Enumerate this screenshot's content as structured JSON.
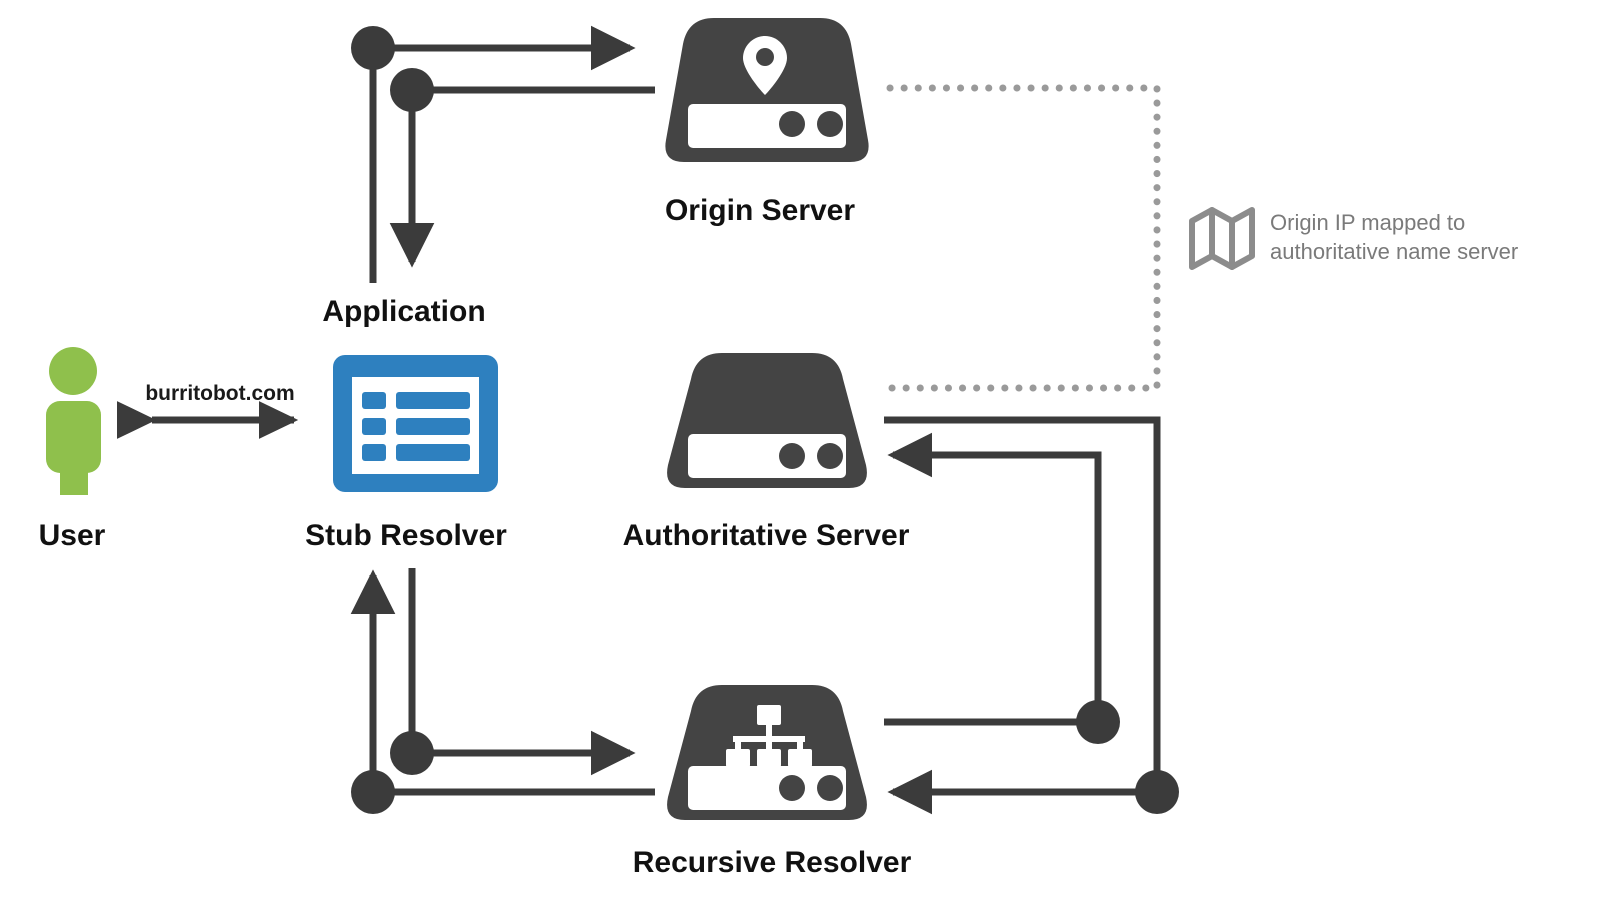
{
  "diagram": {
    "title": "DNS resolution flow",
    "background_color": "#ffffff",
    "line_color": "#3b3b3b",
    "dotted_color": "#9a9a9a",
    "accent_blue": "#2e80bf",
    "accent_green": "#8fc04c",
    "server_color": "#444444",
    "nodes": [
      {
        "id": "user",
        "label": "User",
        "icon": "person-icon",
        "color": "#8fc04c"
      },
      {
        "id": "stub-resolver",
        "label": "Stub Resolver",
        "icon": "list-window-icon",
        "color": "#2e80bf"
      },
      {
        "id": "application",
        "label": "Application",
        "icon": "none",
        "color": "#111111"
      },
      {
        "id": "origin-server",
        "label": "Origin Server",
        "icon": "server-with-location-pin-icon",
        "color": "#444444"
      },
      {
        "id": "authoritative-server",
        "label": "Authoritative Server",
        "icon": "server-icon",
        "color": "#444444"
      },
      {
        "id": "recursive-resolver",
        "label": "Recursive Resolver",
        "icon": "server-with-network-tree-icon",
        "color": "#444444"
      }
    ],
    "edge_labels": [
      {
        "id": "user-to-stub",
        "text": "burritobot.com",
        "arrow": "double"
      }
    ],
    "annotations": [
      {
        "id": "origin-ip-mapping",
        "icon": "map-icon",
        "line1": "Origin IP mapped to",
        "line2": "authoritative name server",
        "style": "dotted",
        "color": "#7a7a7a"
      }
    ]
  }
}
